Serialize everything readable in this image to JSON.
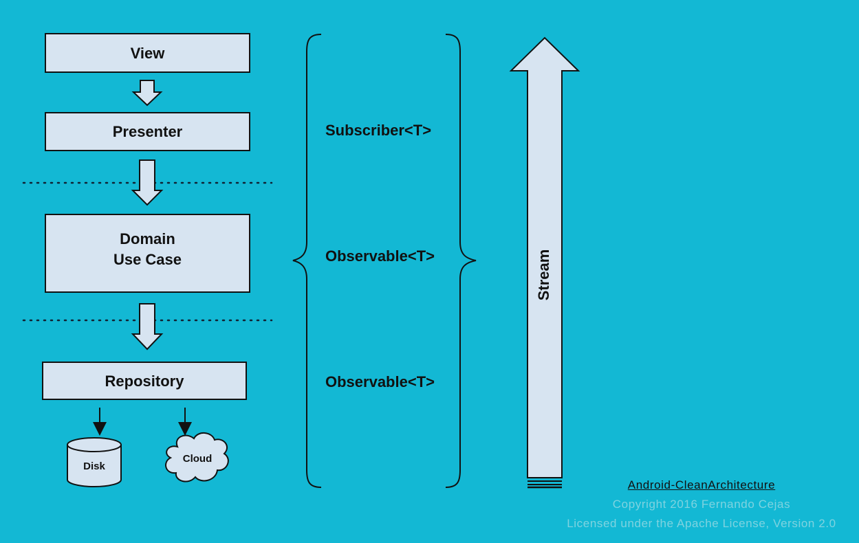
{
  "layers": {
    "view": "View",
    "presenter": "Presenter",
    "domain_line1": "Domain",
    "domain_line2": "Use Case",
    "repository": "Repository",
    "disk": "Disk",
    "cloud": "Cloud"
  },
  "rx_types": {
    "subscriber": "Subscriber<T>",
    "observable_domain": "Observable<T>",
    "observable_repository": "Observable<T>"
  },
  "stream_label": "Stream",
  "footer": {
    "link_text": "Android-CleanArchitecture",
    "copyright": "Copyright 2016 Fernando Cejas",
    "license": "Licensed under the Apache License, Version 2.0"
  },
  "colors": {
    "background": "#13b8d4",
    "box_fill": "#d7e4f1",
    "stroke": "#111111",
    "footer_muted": "#7fd3e0"
  }
}
